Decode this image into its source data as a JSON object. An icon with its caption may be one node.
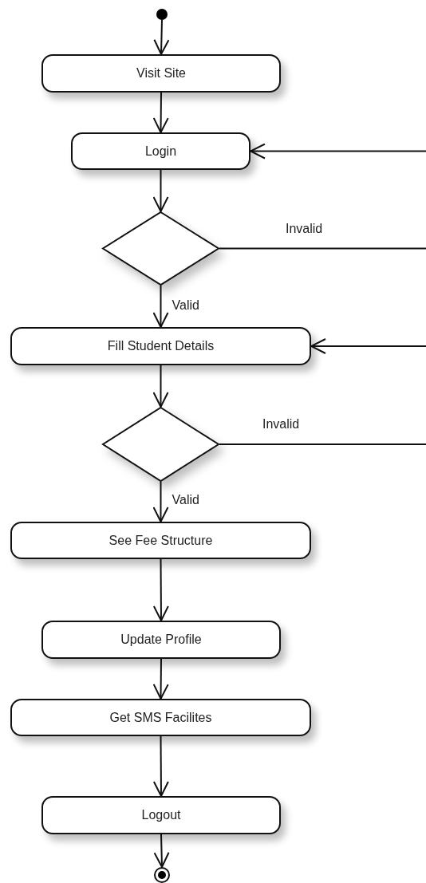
{
  "diagram": {
    "nodes": [
      {
        "text": [],
        "shape": "circle"
      },
      {
        "text": [
          "Visit Site"
        ]
      },
      {
        "text": [
          "Login"
        ]
      },
      {
        "text": [],
        "shape": "diamond"
      },
      {
        "text": [
          "Fill Student Details"
        ]
      },
      {
        "text": [],
        "shape": "diamond"
      },
      {
        "text": [
          "See Fee Structure"
        ]
      },
      {
        "text": [
          "Update Profile"
        ]
      },
      {
        "text": [
          "Get SMS Facilites"
        ]
      },
      {
        "text": [
          "Logout"
        ]
      },
      {
        "text": [],
        "shape": "bullseye"
      }
    ],
    "edges": [
      {
        "from": 0,
        "to": 1,
        "arrow": "to"
      },
      {
        "from": 1,
        "to": 2,
        "arrow": "to"
      },
      {
        "from": 2,
        "to": 3,
        "arrow": "to"
      },
      {
        "from": 3,
        "to": 4,
        "arrow": "to",
        "label": "Valid"
      },
      {
        "from": 3,
        "to": null,
        "arrow": "none",
        "label": "Invalid"
      },
      {
        "from": null,
        "to": 2,
        "arrow": "to"
      },
      {
        "from": 4,
        "to": 5,
        "arrow": "to"
      },
      {
        "from": 5,
        "to": 6,
        "arrow": "to",
        "label": "Valid"
      },
      {
        "from": 5,
        "to": null,
        "arrow": "none",
        "label": "Invalid"
      },
      {
        "from": null,
        "to": 4,
        "arrow": "to"
      },
      {
        "from": 6,
        "to": 7,
        "arrow": "to"
      },
      {
        "from": 7,
        "to": 8,
        "arrow": "to"
      },
      {
        "from": 8,
        "to": 9,
        "arrow": "to"
      },
      {
        "from": 9,
        "to": 10,
        "arrow": "to"
      }
    ]
  }
}
